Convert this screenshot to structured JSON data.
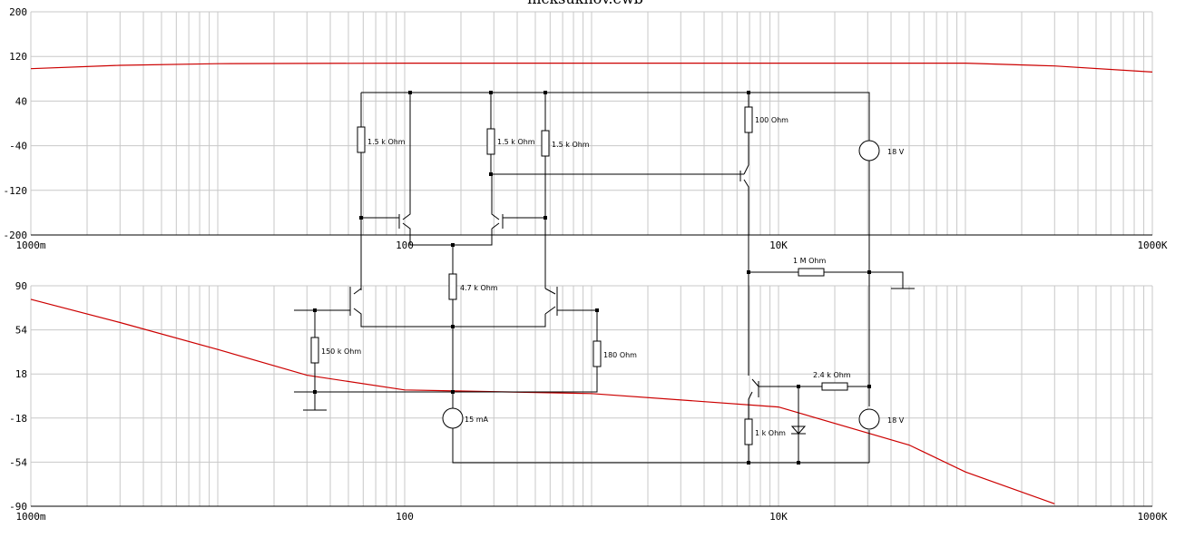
{
  "window": {
    "title": "nicksukhov.ewb"
  },
  "chart_data": [
    {
      "type": "line",
      "name": "top",
      "xscale": "log",
      "xlim": [
        1,
        1000000
      ],
      "ylim": [
        -200,
        200
      ],
      "x_tick_labels": [
        "1000m",
        "100",
        "10K",
        "1000K"
      ],
      "y_tick_labels": [
        "200",
        "120",
        "40",
        "-40",
        "-120",
        "-200"
      ],
      "grid": true,
      "color": "#cc0000",
      "series": [
        {
          "x": [
            1,
            3,
            10,
            100,
            1000,
            10000,
            100000,
            300000,
            1000000
          ],
          "y": [
            98,
            104,
            107,
            108,
            108,
            108,
            108,
            103,
            92
          ]
        }
      ]
    },
    {
      "type": "line",
      "name": "bottom",
      "xscale": "log",
      "xlim": [
        1,
        1000000
      ],
      "ylim": [
        -90,
        90
      ],
      "x_tick_labels": [
        "1000m",
        "100",
        "10K",
        "1000K"
      ],
      "y_tick_labels": [
        "90",
        "54",
        "18",
        "-18",
        "-54",
        "-90"
      ],
      "grid": true,
      "color": "#cc0000",
      "series": [
        {
          "x": [
            1,
            3,
            10,
            30,
            100,
            1000,
            10000,
            50000,
            100000,
            300000
          ],
          "y": [
            79,
            60,
            38,
            17,
            5,
            2,
            -9,
            -40,
            -62,
            -88
          ]
        }
      ]
    }
  ],
  "circuit": {
    "labels": {
      "r_15k_left": "1.5 k Ohm",
      "r_15k_mid": "1.5 k Ohm",
      "r_15k_right": "1.5 k Ohm",
      "r_100": "100  Ohm",
      "v_top": "18 V",
      "r_1m": "1 M Ohm",
      "r_47k": "4.7 k Ohm",
      "r_150k": "150 k Ohm",
      "r_180": "180  Ohm",
      "r_24k": "2.4 k Ohm",
      "i_src": "15 mA",
      "r_1k": "1 k Ohm",
      "v_bot": "18 V"
    }
  }
}
